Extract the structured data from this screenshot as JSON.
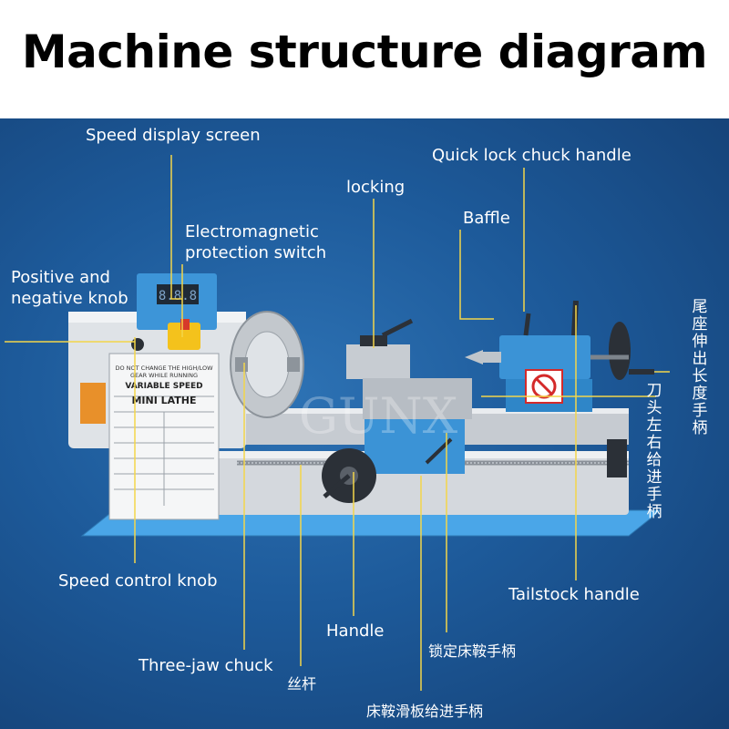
{
  "title": "Machine structure diagram",
  "watermark": "GUNX",
  "labels": {
    "speed_display_screen": "Speed display screen",
    "quick_lock_chuck_handle": "Quick lock chuck handle",
    "locking": "locking",
    "baffle": "Baffle",
    "electromagnetic_protection_switch_l1": "Electromagnetic",
    "electromagnetic_protection_switch_l2": "protection switch",
    "positive_negative_knob_l1": "Positive and",
    "positive_negative_knob_l2": "negative knob",
    "tailstock_extension_length": "尾座伸出长度手柄",
    "tool_holder_feed_handle": "刀头左右给进手柄",
    "speed_control_knob": "Speed control knob",
    "tailstock_handle": "Tailstock handle",
    "handle": "Handle",
    "lock_carriage_handle": "锁定床鞍手柄",
    "three_jaw_chuck": "Three-jaw chuck",
    "lead_screw": "丝杆",
    "carriage_slide_feed_handle": "床鞍滑板给进手柄"
  },
  "machine_plate": {
    "warning_l1": "DO NOT CHANGE THE HIGH/LOW",
    "warning_l2": "GEAR WHILE RUNNING",
    "name_l1": "VARIABLE SPEED",
    "name_l2": "MINI LATHE"
  },
  "colors": {
    "background_blue": "#1d5a9a",
    "machine_blue": "#2b8fd6",
    "machine_body": "#d9dde2",
    "leader_line": "#f3d64a",
    "label_text": "#ffffff",
    "switch_yellow": "#f4c21c"
  }
}
